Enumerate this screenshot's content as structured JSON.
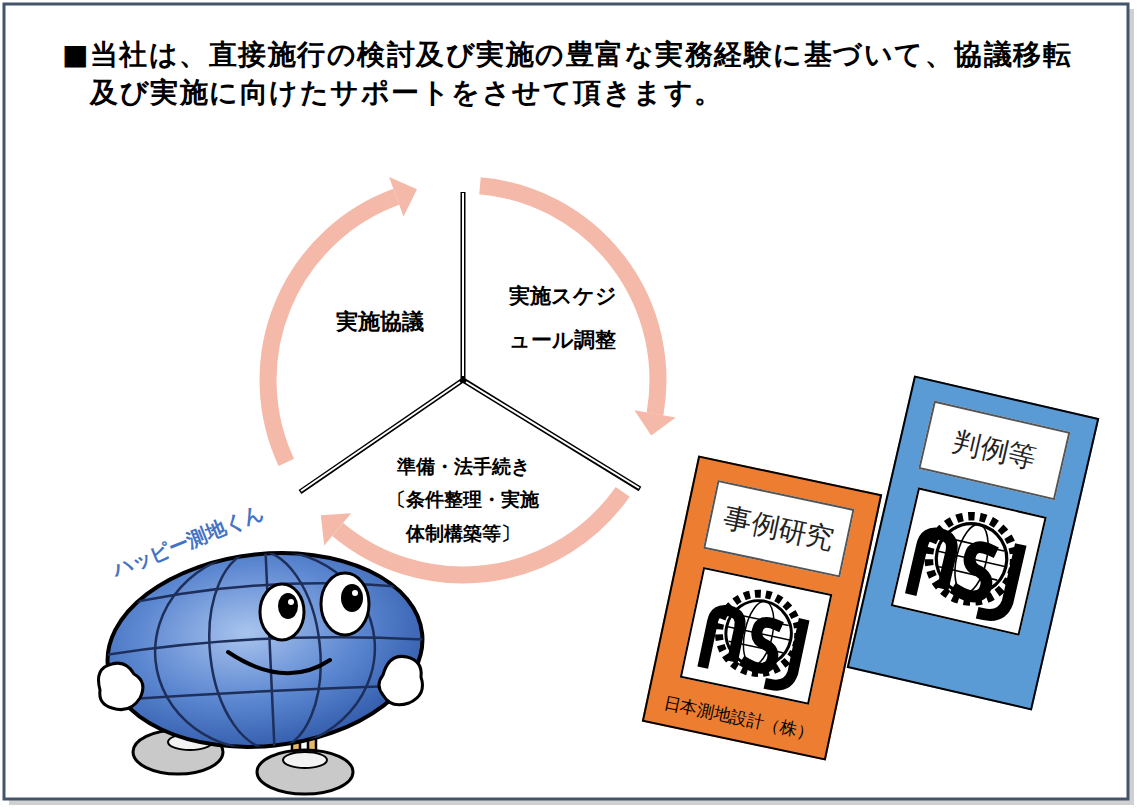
{
  "diagram": {
    "title": "■当社は、直接施行の検討及び実施の豊富な実務経験に基づいて、協議移転及び実施に向けたサポートをさせて頂きます。",
    "nodes": [
      {
        "text": [
          "実施協議"
        ]
      },
      {
        "text": [
          "実施スケジュール調整"
        ]
      },
      {
        "text": [
          "準備・法手続き",
          "〔条件整理・実施体制構築等〕"
        ]
      },
      {
        "text": [
          "事例研究",
          "日本測地設計（株）"
        ]
      },
      {
        "text": [
          "判例等"
        ]
      }
    ],
    "edges": [
      {
        "from": 0,
        "to": 1,
        "arrow": "to"
      },
      {
        "from": 1,
        "to": 2,
        "arrow": "to"
      },
      {
        "from": 2,
        "to": 0,
        "arrow": "to"
      }
    ],
    "labels": [
      "ハッピー測地くん"
    ]
  }
}
